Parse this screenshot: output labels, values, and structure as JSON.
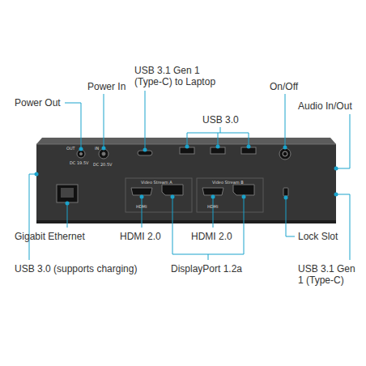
{
  "diagram": {
    "labels": [
      "Power Out",
      "Power In",
      "USB 3.1 Gen 1 (Type-C) to Laptop",
      "On/Off",
      "USB 3.0",
      "Audio In/Out",
      "Gigabit Ethernet",
      "HDMI 2.0",
      "HDMI 2.0",
      "Lock Slot",
      "USB 3.0 (supports charging)",
      "DisplayPort 1.2a",
      "USB 3.1 Gen 1 (Type-C)",
      "OUT",
      "DC 19.5V",
      "IN",
      "DC 20.5V",
      "Video Stream A",
      "Video Stream B",
      "HDMI",
      "HDMI"
    ]
  }
}
